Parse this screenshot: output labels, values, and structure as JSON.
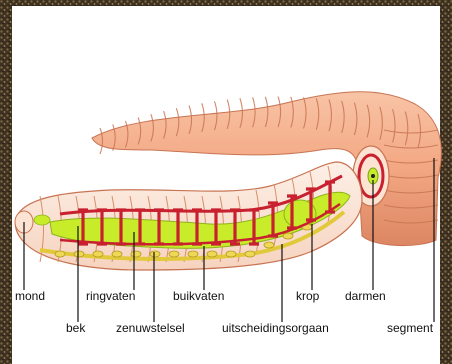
{
  "title_fragment": "",
  "labels": {
    "mond": "mond",
    "bek": "bek",
    "ringvaten": "ringvaten",
    "zenuwstelsel": "zenuwstelsel",
    "buikvaten": "buikvaten",
    "uitscheidingsorgaan": "uitscheidingsorgaan",
    "krop": "krop",
    "darmen": "darmen",
    "segment": "segment"
  },
  "colors": {
    "skin": "#f3a782",
    "skin_dark": "#d9825d",
    "section": "#fbe4d6",
    "vessel": "#c8202f",
    "gut": "#c8ec2a",
    "nerve": "#e2c93a",
    "soil": "#4a3a22"
  }
}
